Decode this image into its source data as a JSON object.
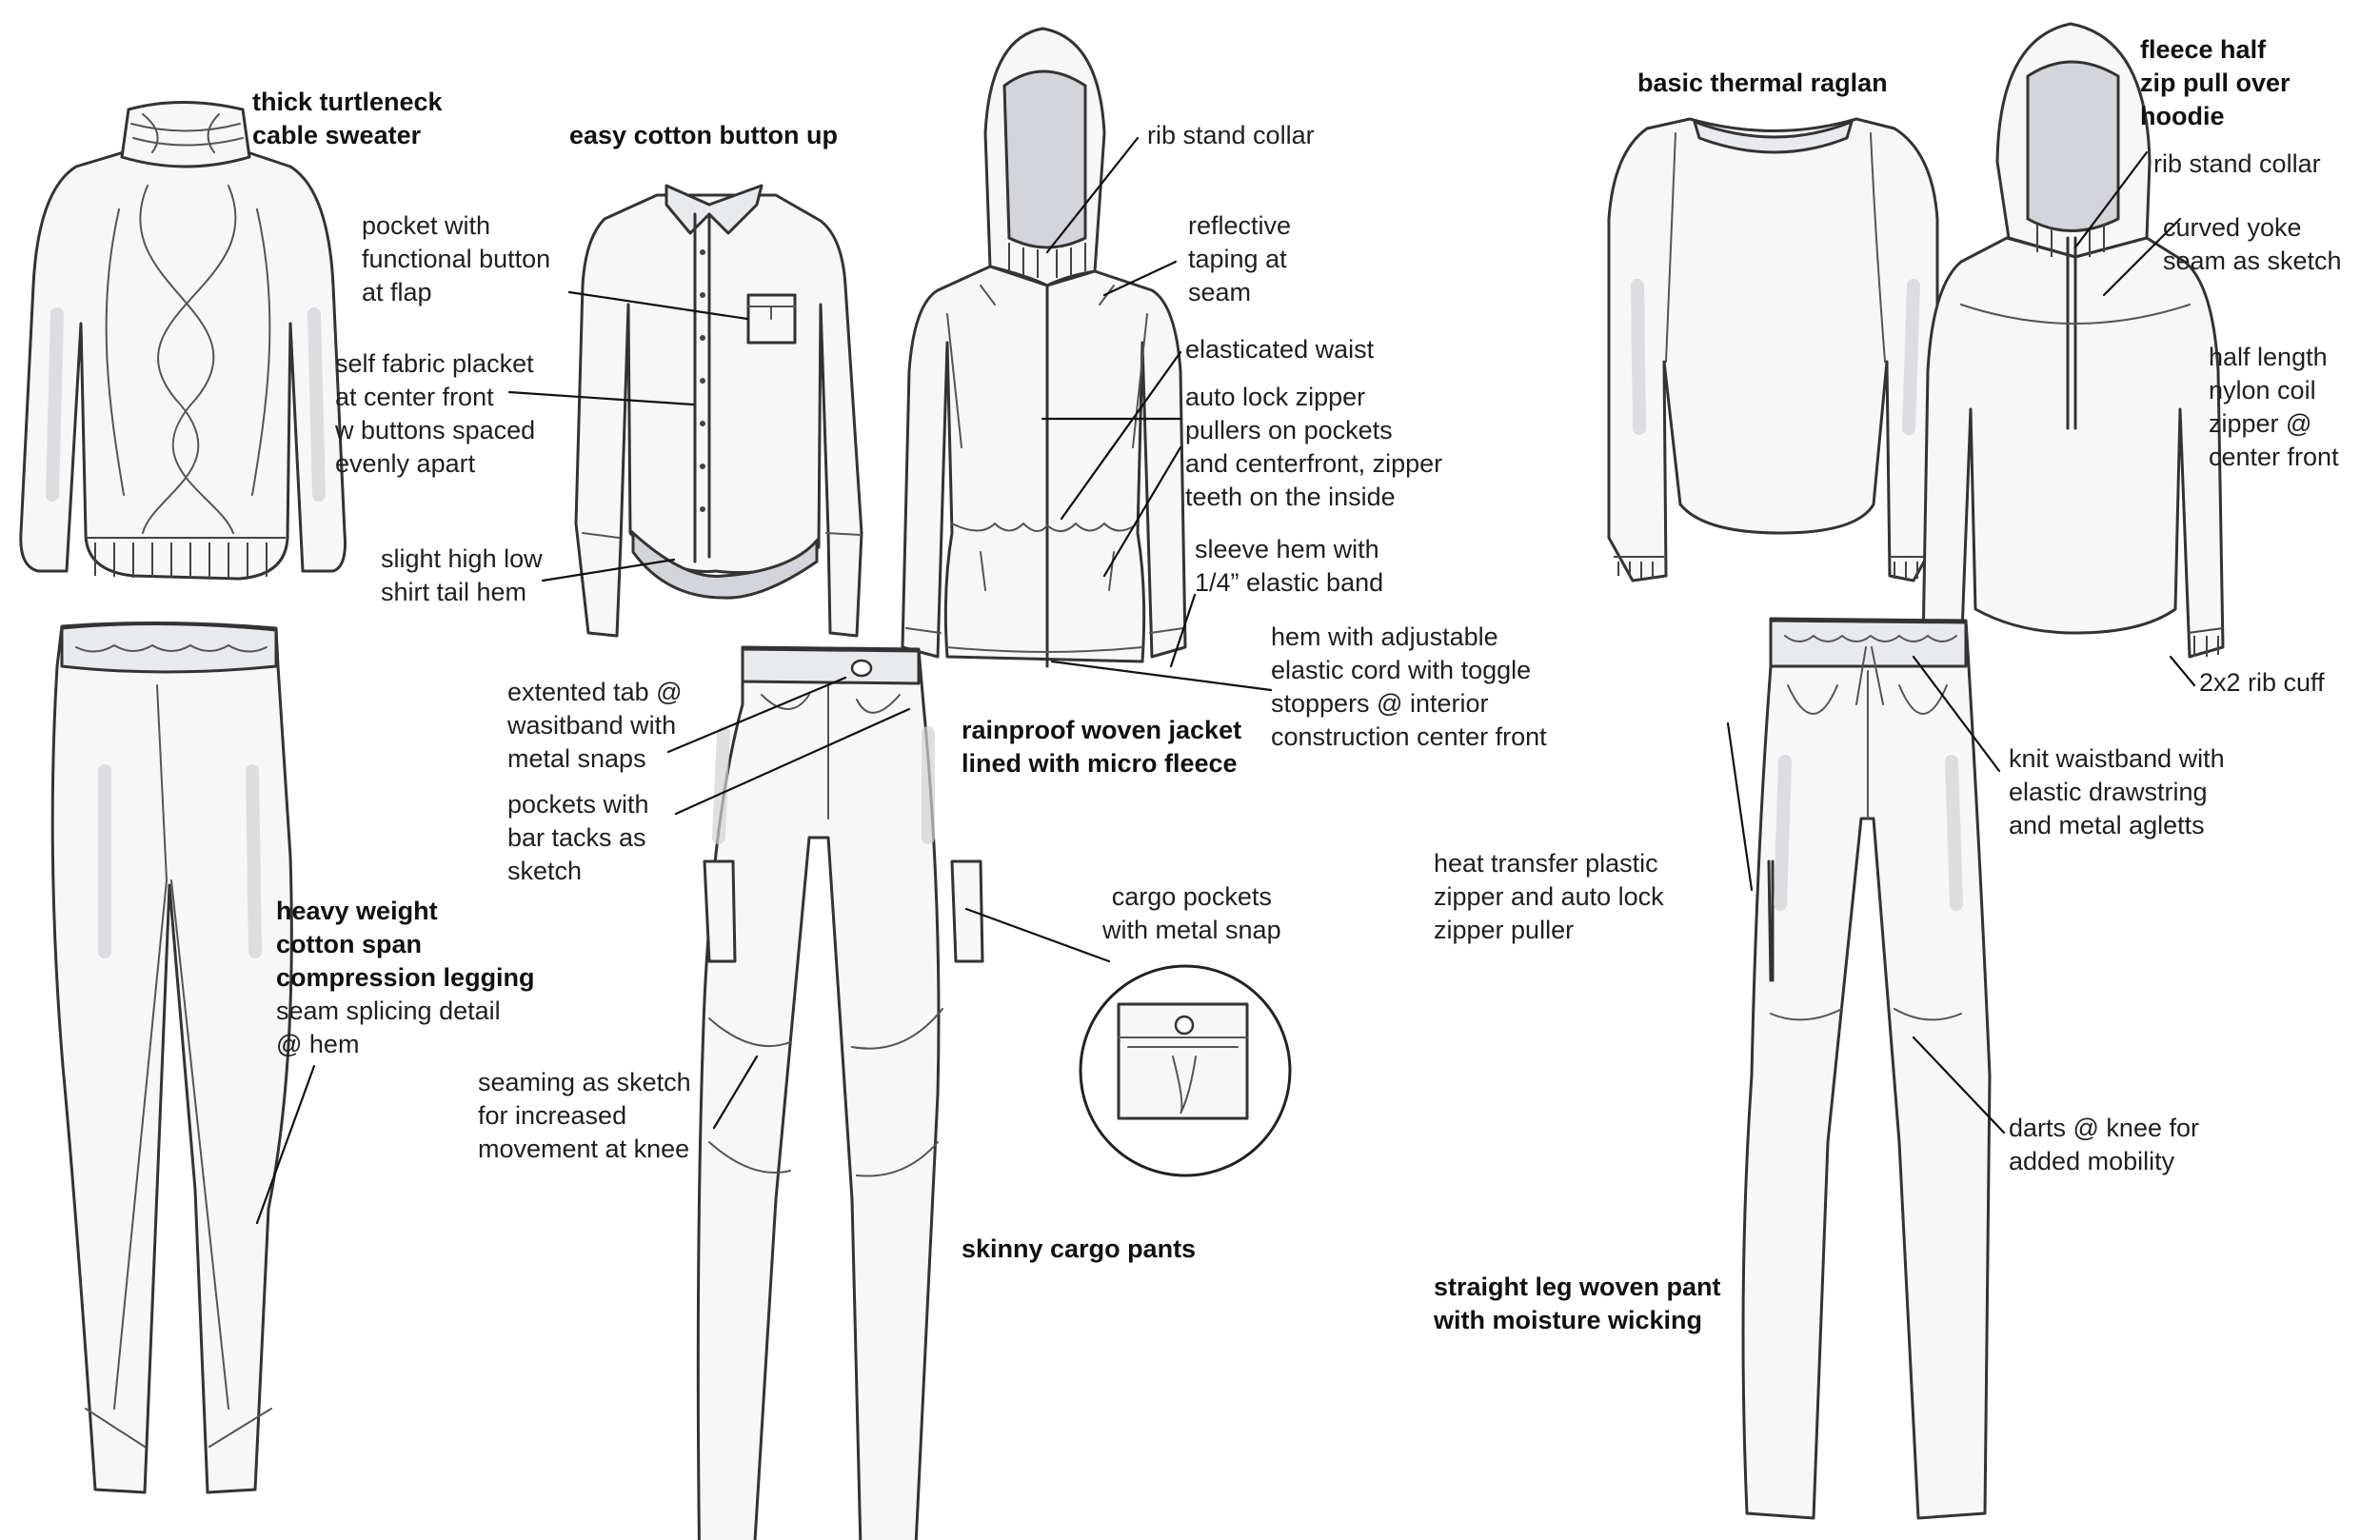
{
  "garments": [
    {
      "id": "turtleneck",
      "title": "thick turtleneck\ncable sweater"
    },
    {
      "id": "button-up",
      "title": "easy cotton button up"
    },
    {
      "id": "jacket",
      "title": "rainproof woven jacket\nlined with micro fleece"
    },
    {
      "id": "raglan",
      "title": "basic thermal raglan"
    },
    {
      "id": "hoodie",
      "title": "fleece half\nzip pull over\nhoodie"
    },
    {
      "id": "legging",
      "title": "heavy weight\ncotton span\ncompression legging",
      "note": "seam splicing detail\n@ hem"
    },
    {
      "id": "cargo",
      "title": "skinny cargo pants"
    },
    {
      "id": "straight-pant",
      "title": "straight leg woven pant\nwith moisture wicking"
    }
  ],
  "callouts": {
    "shirt_pocket": "pocket with\nfunctional button\nat flap",
    "shirt_placket": "self fabric placket\nat center front\nw buttons spaced\nevenly apart",
    "shirt_hem": "slight high low\nshirt tail hem",
    "jacket_collar": "rib stand collar",
    "jacket_taping": "reflective\ntaping at\nseam",
    "jacket_waist": "elasticated waist",
    "jacket_zipper": "auto lock zipper\npullers on pockets\nand centerfront, zipper\nteeth on the inside",
    "jacket_sleeve": "sleeve hem with\n1/4” elastic band",
    "jacket_hem": "hem with adjustable\nelastic cord with toggle\nstoppers @ interior\nconstruction center front",
    "cargo_tab": "extented tab @\nwasitband with\nmetal snaps",
    "cargo_pockets": "pockets with\nbar tacks as\nsketch",
    "cargo_snap": "cargo pockets\nwith metal snap",
    "cargo_knee": "seaming as sketch\nfor increased\nmovement at knee",
    "hoodie_collar": "rib stand collar",
    "hoodie_yoke": "curved yoke\nseam as sketch",
    "hoodie_zip": "half length\nnylon coil\nzipper @\ncenter front",
    "hoodie_cuff": "2x2 rib cuff",
    "pant_waist": "knit waistband with\nelastic drawstring\nand metal agletts",
    "pant_zipper": "heat transfer plastic\nzipper and auto lock\nzipper puller",
    "pant_darts": "darts @ knee for\nadded mobility"
  },
  "colors": {
    "ink": "#333333",
    "fabric": "#f7f7f8",
    "shadow": "#cfd1d7"
  }
}
